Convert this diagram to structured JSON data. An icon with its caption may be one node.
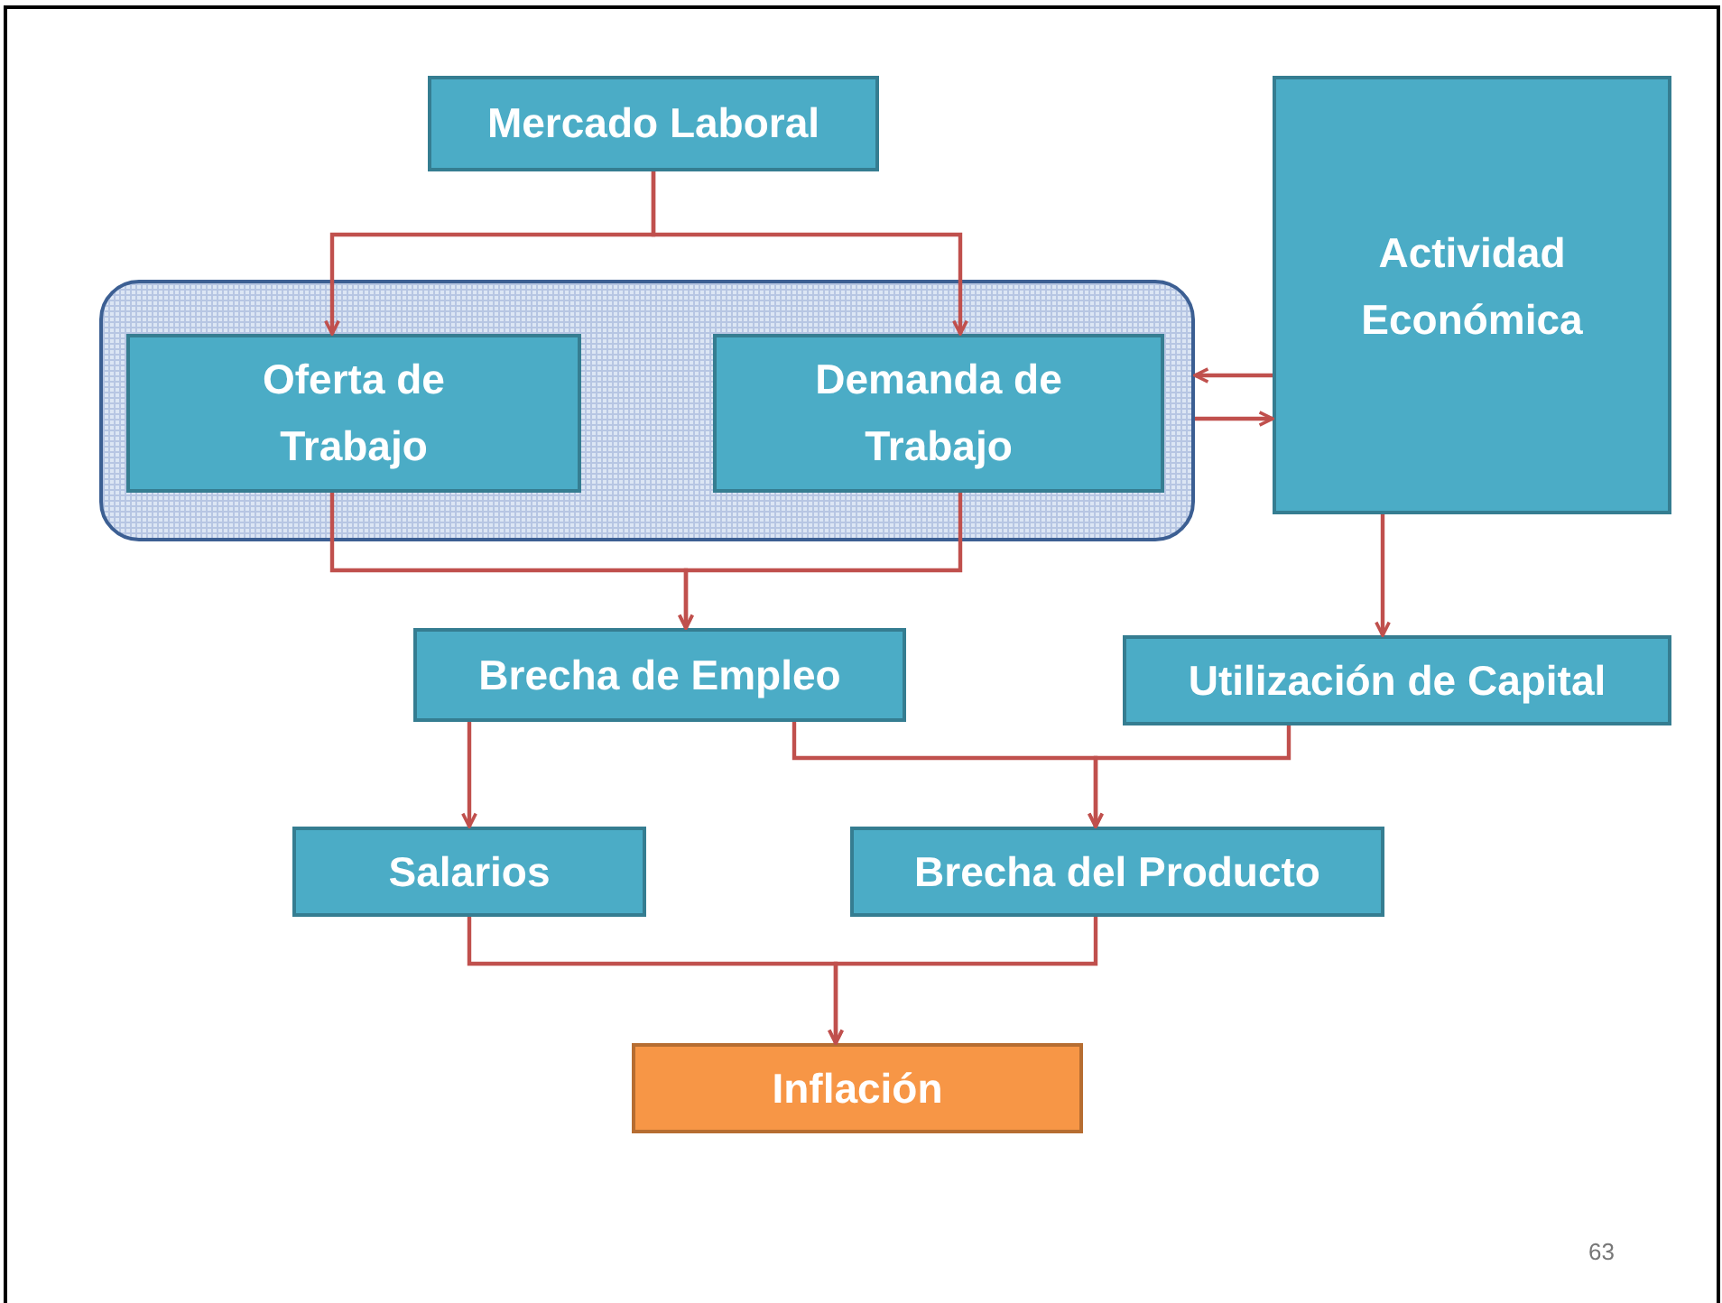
{
  "diagram": {
    "nodes": [
      {
        "text": [
          "Mercado Laboral"
        ]
      },
      {
        "text": [],
        "shape": "box"
      },
      {
        "text": [
          "Oferta de Trabajo"
        ],
        "in": 1
      },
      {
        "text": [
          "Demanda de Trabajo"
        ],
        "in": 1
      },
      {
        "text": [
          "Actividad Económica"
        ]
      },
      {
        "text": [
          "Brecha de Empleo"
        ]
      },
      {
        "text": [
          "Utilización de Capital"
        ]
      },
      {
        "text": [
          "Salarios"
        ]
      },
      {
        "text": [
          "Brecha del Producto"
        ]
      },
      {
        "text": [
          "Inflación"
        ]
      }
    ],
    "edges": [
      {
        "from": 0,
        "to": 2,
        "arrow": "to"
      },
      {
        "from": 0,
        "to": 3,
        "arrow": "to"
      },
      {
        "from": 4,
        "to": 1,
        "arrow": "to"
      },
      {
        "from": 1,
        "to": 4,
        "arrow": "to"
      },
      {
        "from": 2,
        "to": 5,
        "arrow": "to"
      },
      {
        "from": 3,
        "to": 5,
        "arrow": "to"
      },
      {
        "from": 4,
        "to": 6,
        "arrow": "to"
      },
      {
        "from": 5,
        "to": 7,
        "arrow": "to"
      },
      {
        "from": 5,
        "to": 8,
        "arrow": "to"
      },
      {
        "from": 6,
        "to": 8,
        "arrow": "to"
      },
      {
        "from": 7,
        "to": 9,
        "arrow": "to"
      },
      {
        "from": 8,
        "to": 9,
        "arrow": "to"
      }
    ],
    "labels": [
      "63"
    ]
  }
}
